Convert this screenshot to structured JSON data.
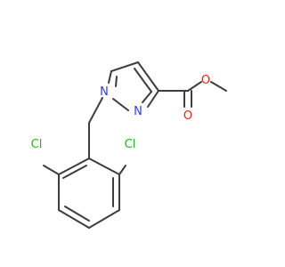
{
  "molecule": {
    "atoms": {
      "ring_nitrogen_1": "N",
      "ring_nitrogen_2": "N",
      "carbonyl_oxygen": "O",
      "ester_oxygen": "O",
      "chlorine_left": "Cl",
      "chlorine_right": "Cl"
    },
    "colors": {
      "bond": "#3d3d3d",
      "nitrogen": "#2f3ee0",
      "oxygen": "#e0231b",
      "chlorine": "#22b514"
    }
  }
}
